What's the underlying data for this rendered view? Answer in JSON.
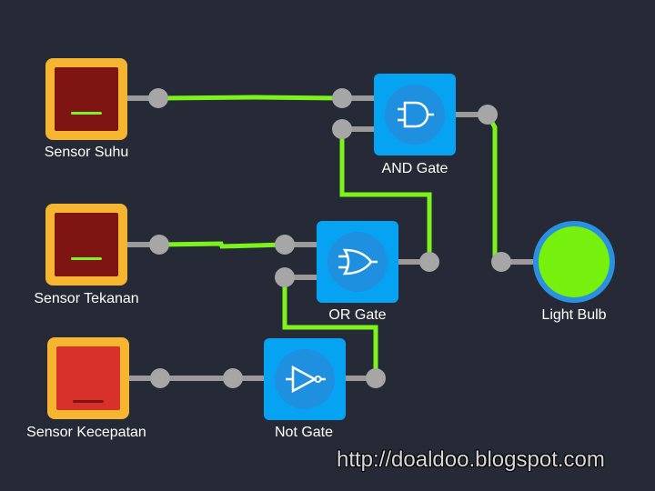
{
  "sensors": [
    {
      "label": "Sensor Suhu",
      "state": "on",
      "face_color": "#7e1512",
      "indicator_color": "#7cf31a"
    },
    {
      "label": "Sensor Tekanan",
      "state": "on",
      "face_color": "#7e1512",
      "indicator_color": "#7cf31a"
    },
    {
      "label": "Sensor Kecepatan",
      "state": "off",
      "face_color": "#d8302b",
      "indicator_color": "#7e1512"
    }
  ],
  "gates": {
    "and": {
      "label": "AND Gate"
    },
    "or": {
      "label": "OR Gate"
    },
    "not": {
      "label": "Not Gate"
    }
  },
  "bulb": {
    "label": "Light Bulb",
    "state": "on",
    "fill": "#76f10d",
    "ring": "#2b90e0"
  },
  "colors": {
    "background": "#262a36",
    "sensor_frame": "#f5b531",
    "gate": "#06a3f3",
    "wire_on": "#7cf31a",
    "wire_off": "#9a9a9a",
    "node": "#a6a6a6"
  },
  "watermark": "http://doaldoo.blogspot.com"
}
